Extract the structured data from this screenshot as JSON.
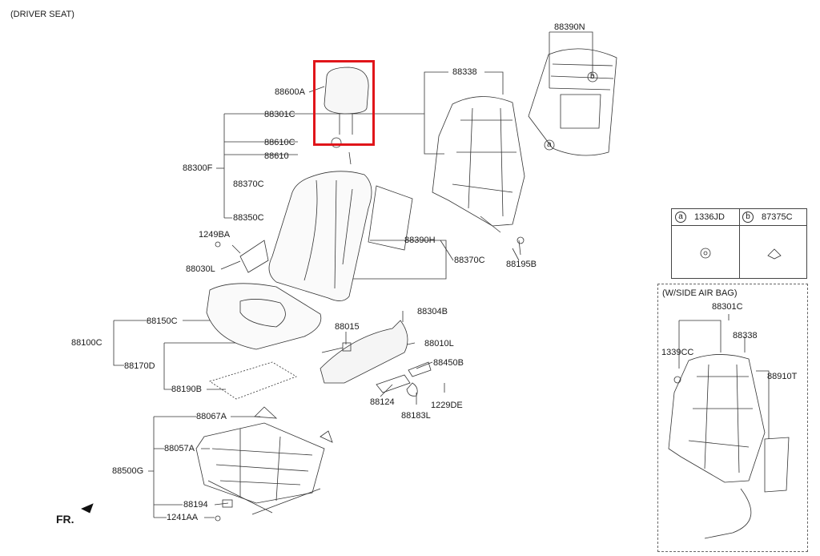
{
  "header": {
    "title": "(DRIVER SEAT)"
  },
  "footer": {
    "front_marker": "FR."
  },
  "highlight": {
    "part": "88600A",
    "color": "#e0151a"
  },
  "labels": {
    "p88390N": "88390N",
    "p88338": "88338",
    "p88600A": "88600A",
    "p88301C": "88301C",
    "p88610C": "88610C",
    "p88610": "88610",
    "p88300F": "88300F",
    "p88370C_a": "88370C",
    "p88350C": "88350C",
    "p1249BA": "1249BA",
    "p88030L": "88030L",
    "p88390H": "88390H",
    "p88370C_b": "88370C",
    "p88195B": "88195B",
    "p88304B": "88304B",
    "p88015": "88015",
    "p88010L": "88010L",
    "p88150C": "88150C",
    "p88100C": "88100C",
    "p88170D": "88170D",
    "p88450B": "88450B",
    "p88190B": "88190B",
    "p88124": "88124",
    "p1229DE": "1229DE",
    "p88183L": "88183L",
    "p88067A": "88067A",
    "p88057A": "88057A",
    "p88500G": "88500G",
    "p88194": "88194",
    "p1241AA": "1241AA",
    "callout_a": "a",
    "callout_b": "b"
  },
  "legend": {
    "a": {
      "symbol": "a",
      "code": "1336JD"
    },
    "b": {
      "symbol": "b",
      "code": "87375C"
    }
  },
  "side_airbag": {
    "title": "(W/SIDE AIR BAG)",
    "p88301C": "88301C",
    "p88338": "88338",
    "p1339CC": "1339CC",
    "p88910T": "88910T"
  }
}
